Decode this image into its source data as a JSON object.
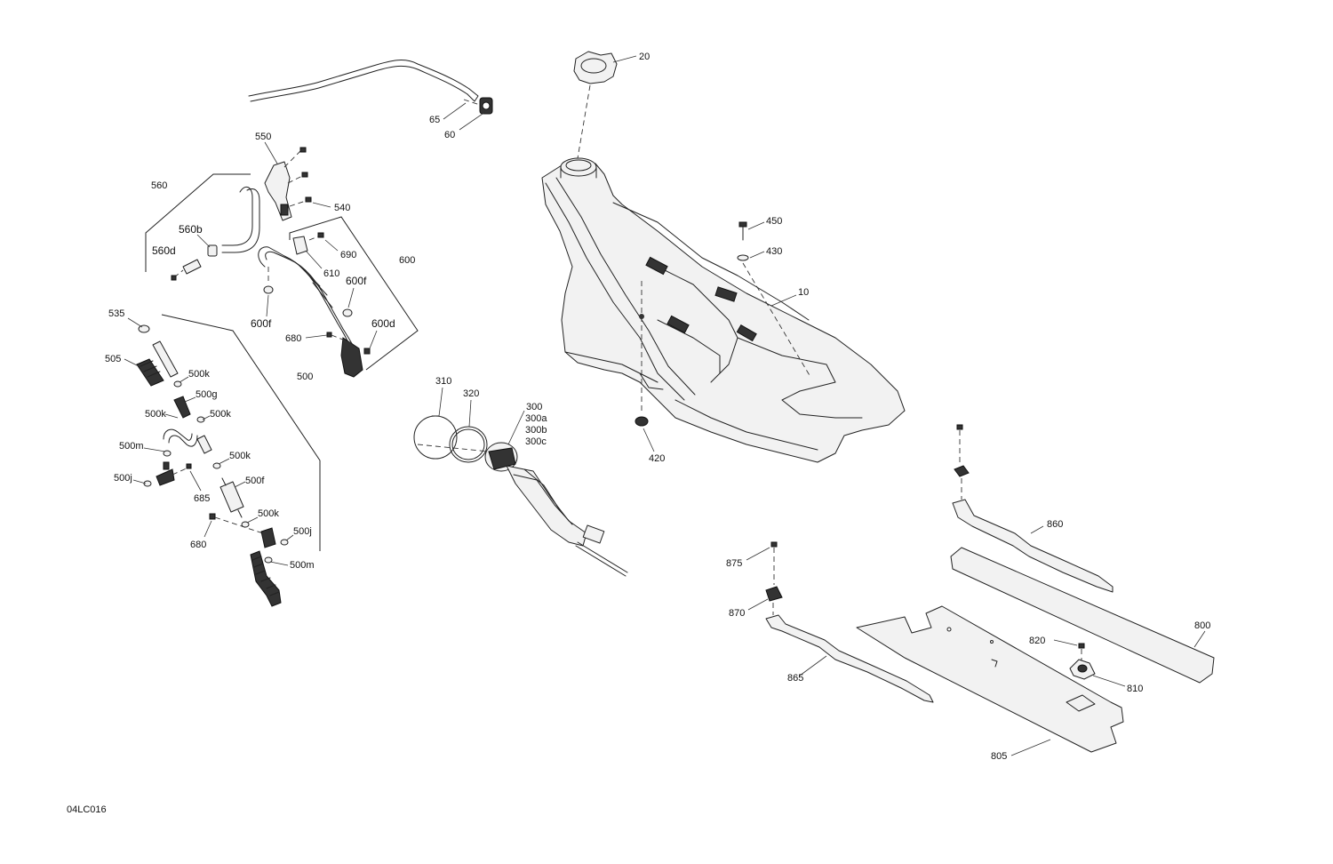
{
  "drawing": {
    "code": "04LC016"
  },
  "callouts": {
    "c20": "20",
    "c65": "65",
    "c60": "60",
    "c550": "550",
    "c560": "560",
    "c540": "540",
    "c560b": "560b",
    "c560d": "560d",
    "c690": "690",
    "c610": "610",
    "c600": "600",
    "c600f_a": "600f",
    "c600f_b": "600f",
    "c600d": "600d",
    "c680_a": "680",
    "c535": "535",
    "c505": "505",
    "c500": "500",
    "c500k_a": "500k",
    "c500g": "500g",
    "c500k_b": "500k",
    "c500k_c": "500k",
    "c500m_a": "500m",
    "c500k_d": "500k",
    "c500j_a": "500j",
    "c685": "685",
    "c500f": "500f",
    "c500k_e": "500k",
    "c680_b": "680",
    "c500j_b": "500j",
    "c500m_b": "500m",
    "c310": "310",
    "c320": "320",
    "c300": "300",
    "c300a": "300a",
    "c300b": "300b",
    "c300c": "300c",
    "c450": "450",
    "c430": "430",
    "c10": "10",
    "c420": "420",
    "c860": "860",
    "c875": "875",
    "c870": "870",
    "c865": "865",
    "c820": "820",
    "c800": "800",
    "c810": "810",
    "c805": "805"
  }
}
